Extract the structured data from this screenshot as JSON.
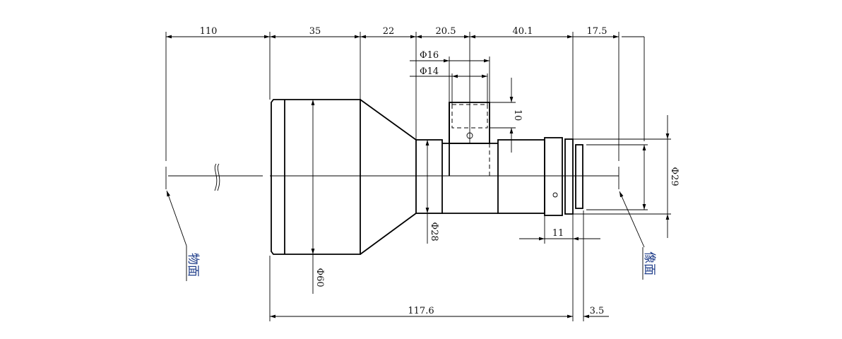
{
  "drawing": {
    "dimensions": {
      "object_distance": "110",
      "front_barrel_length": "35",
      "taper_length": "22",
      "neck_length": "20.5",
      "body_length": "40.1",
      "back_focus": "17.5",
      "port_outer_dia": "Φ16",
      "port_inner_dia": "Φ14",
      "port_height": "10",
      "mount_dia": "Φ29",
      "neck_dia": "Φ28",
      "front_dia": "Φ60",
      "ring_offset": "11",
      "total_length": "117.6",
      "flange_thickness": "3.5"
    },
    "labels": {
      "object_plane": "物面",
      "image_plane": "像面"
    }
  }
}
